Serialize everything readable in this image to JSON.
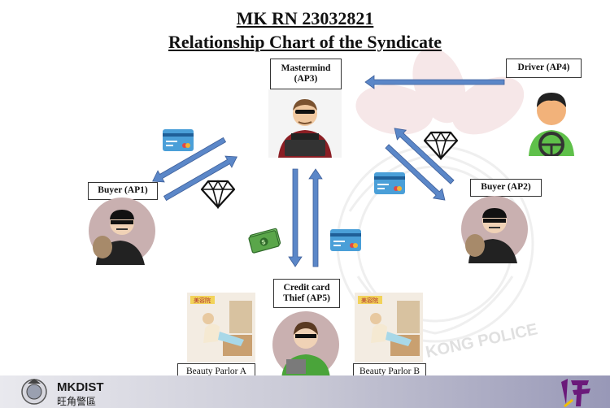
{
  "title": {
    "case_number": "MK RN 23032821",
    "subtitle": "Relationship Chart of the Syndicate"
  },
  "nodes": {
    "mastermind": "Mastermind\n(AP3)",
    "driver": "Driver (AP4)",
    "buyer1": "Buyer (AP1)",
    "buyer2": "Buyer (AP2)",
    "thief": "Credit card\nThief (AP5)",
    "parlor_a": "Beauty Parlor A",
    "parlor_b": "Beauty Parlor B"
  },
  "footer": {
    "district_en": "MKDIST",
    "district_zh": "旺角警區",
    "watermark": "KONG POLICE"
  },
  "colors": {
    "arrow": "#5b87c8",
    "arrow_stroke": "#3e5f9a",
    "skin": "#f0c8a0",
    "avatar_bg": "#c9b0b0",
    "driver_shirt": "#5fc04a",
    "thief_shirt": "#4aa43a"
  },
  "icons": [
    "credit-card-icon",
    "diamond-icon",
    "money-icon",
    "police-crest-icon",
    "bauhinia-watermark-icon"
  ]
}
